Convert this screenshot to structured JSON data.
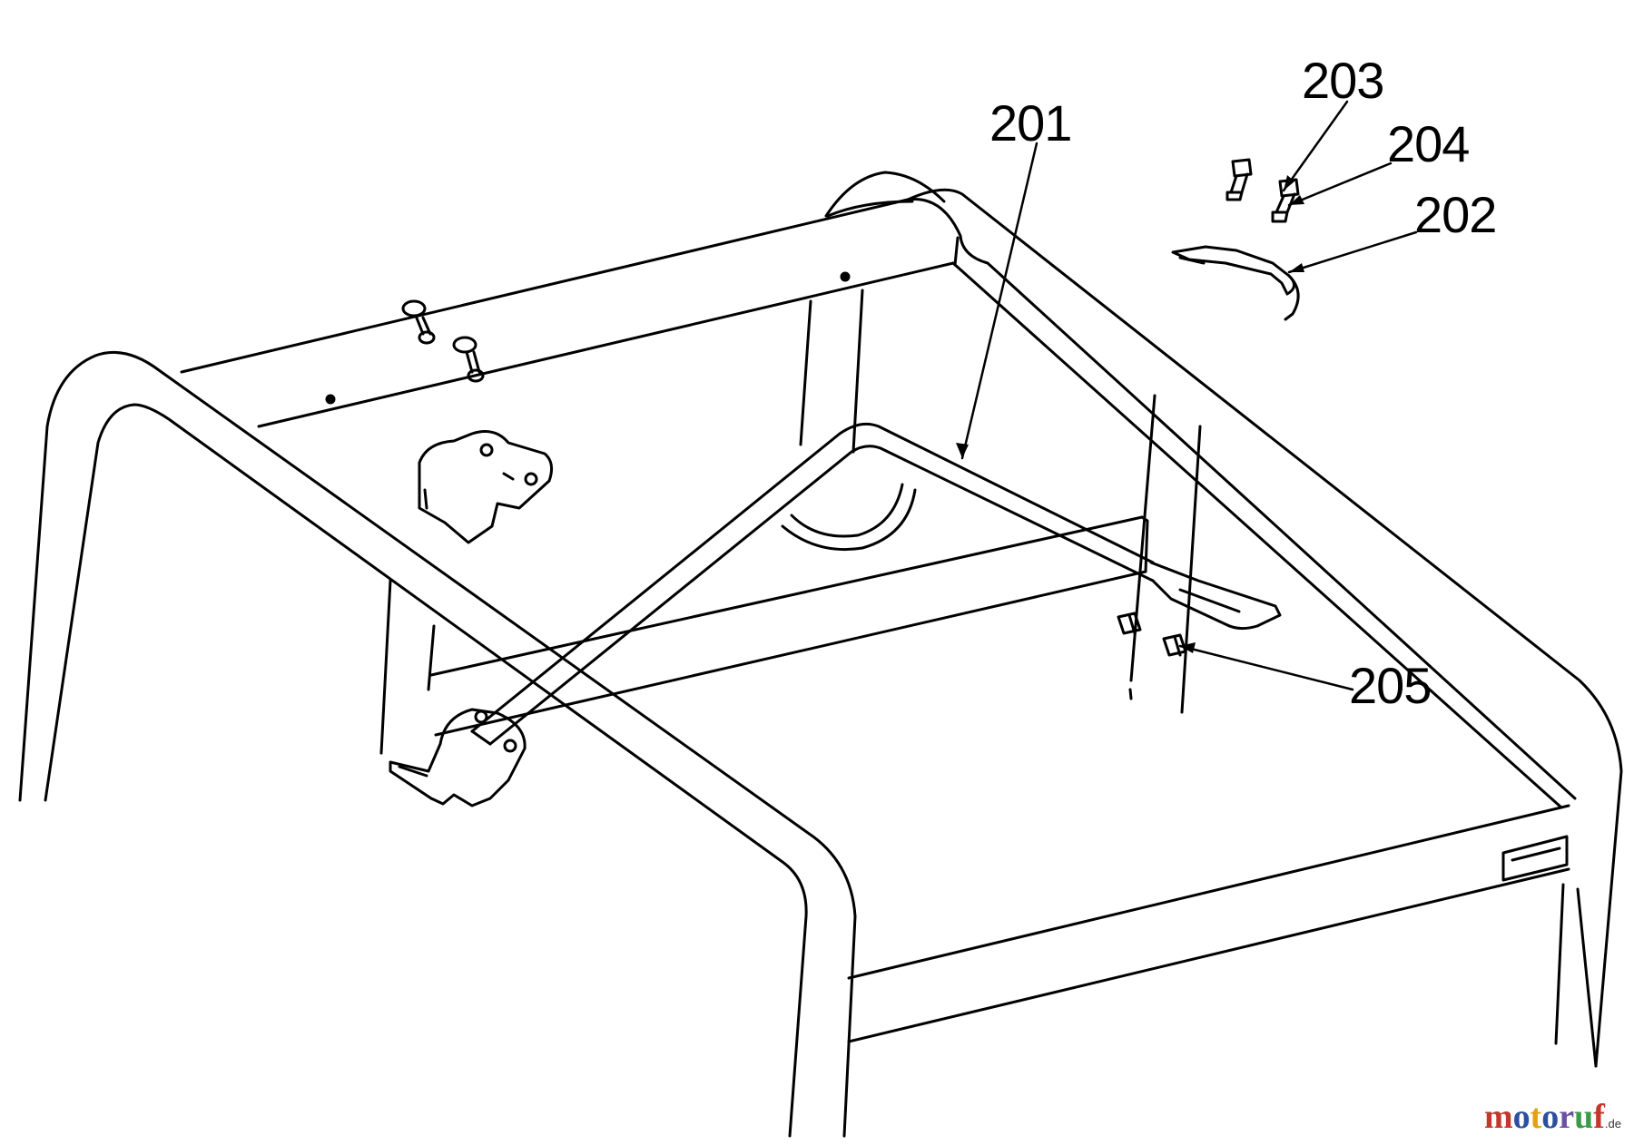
{
  "diagram": {
    "part_labels": [
      {
        "id": "201",
        "text": "201"
      },
      {
        "id": "202",
        "text": "202"
      },
      {
        "id": "203",
        "text": "203"
      },
      {
        "id": "204",
        "text": "204"
      },
      {
        "id": "205",
        "text": "205"
      }
    ]
  },
  "watermark": {
    "text": "motoruf",
    "tld": ".de",
    "letters": [
      {
        "ch": "m",
        "color": "#c0392b"
      },
      {
        "ch": "o",
        "color": "#2c4fa0"
      },
      {
        "ch": "t",
        "color": "#e2a114"
      },
      {
        "ch": "o",
        "color": "#2c4fa0"
      },
      {
        "ch": "r",
        "color": "#6a4fa3"
      },
      {
        "ch": "u",
        "color": "#3a9a47"
      },
      {
        "ch": "f",
        "color": "#c0392b"
      }
    ]
  }
}
